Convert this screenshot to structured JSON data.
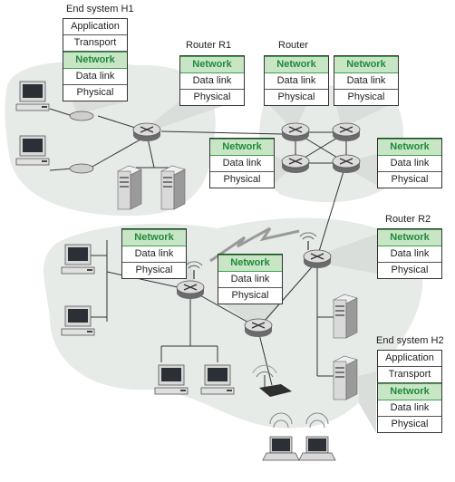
{
  "labels": {
    "h1": "End system H1",
    "r1": "Router R1",
    "router": "Router",
    "r2": "Router R2",
    "h2": "End system H2"
  },
  "layers": {
    "application": "Application",
    "transport": "Transport",
    "network": "Network",
    "datalink": "Data link",
    "physical": "Physical"
  },
  "colors": {
    "network_fill": "#c8e6c6",
    "network_text": "#1f8a3a",
    "region_fill": "#e6ebe8",
    "callout_fill": "#d9dedb"
  }
}
